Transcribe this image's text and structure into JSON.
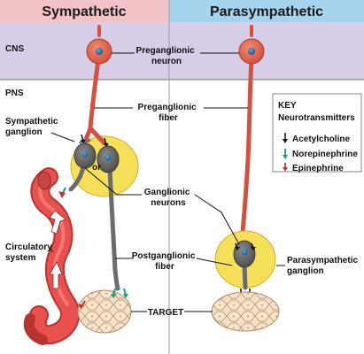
{
  "headers": {
    "sympathetic": "Sympathetic",
    "parasympathetic": "Parasympathetic"
  },
  "regions": {
    "cns": "CNS",
    "pns": "PNS"
  },
  "labels": {
    "preganglionic_neuron_1": "Preganglionic",
    "preganglionic_neuron_2": "neuron",
    "preganglionic_fiber_1": "Preganglionic",
    "preganglionic_fiber_2": "fiber",
    "sympathetic_ganglion_1": "Sympathetic",
    "sympathetic_ganglion_2": "ganglion",
    "or": "or",
    "ganglionic_neurons_1": "Ganglionic",
    "ganglionic_neurons_2": "neurons",
    "circulatory_system_1": "Circulatory",
    "circulatory_system_2": "system",
    "postganglionic_fiber_1": "Postganglionic",
    "postganglionic_fiber_2": "fiber",
    "target": "TARGET",
    "parasympathetic_ganglion_1": "Parasympathetic",
    "parasympathetic_ganglion_2": "ganglion"
  },
  "key": {
    "title": "KEY",
    "subtitle": "Neurotransmitters",
    "items": [
      {
        "label": "Acetylcholine",
        "color": "#111111"
      },
      {
        "label": "Norepinephrine",
        "color": "#1f9c84"
      },
      {
        "label": "Epinephrine",
        "color": "#c9333a"
      }
    ]
  },
  "colors": {
    "sympathetic_header": "#f2c3c6",
    "parasympathetic_header": "#a6d3ee",
    "cns_band": "#d7cde6",
    "ganglion": "#f6e05a",
    "neuron_red": "#e06a55",
    "neuron_gray": "#6c6c6c",
    "tissue": "#f2dcc2",
    "vessel": "#e8514e"
  }
}
